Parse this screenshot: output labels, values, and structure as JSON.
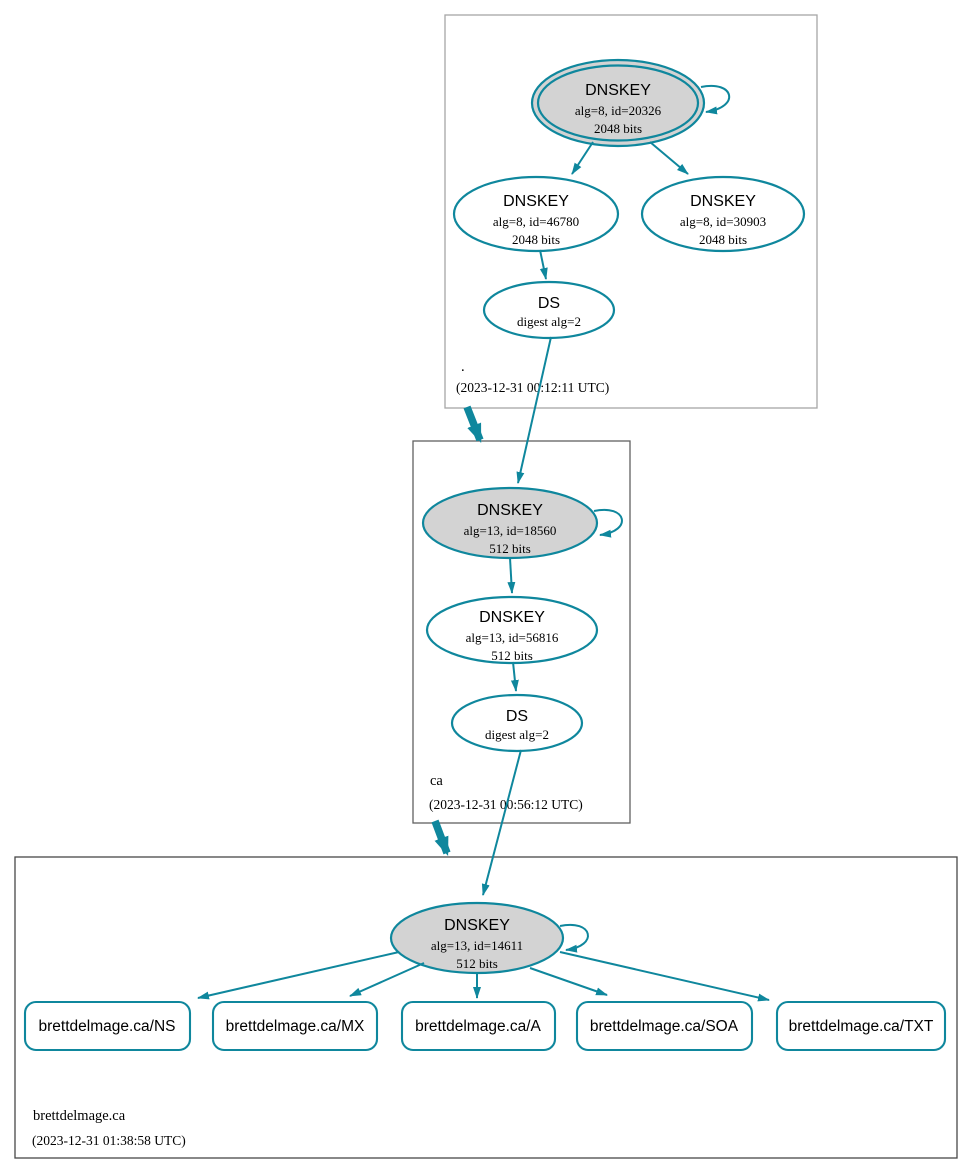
{
  "colors": {
    "edge": "#0f879d",
    "kskfill": "#d3d3d3",
    "boxroot": "#a6a6a6",
    "boxca": "#606060",
    "boxleaf": "#474747"
  },
  "zones": {
    "root": {
      "name": ".",
      "timestamp": "(2023-12-31 00:12:11 UTC)",
      "ksk": {
        "title": "DNSKEY",
        "detail1": "alg=8, id=20326",
        "detail2": "2048 bits"
      },
      "zsk1": {
        "title": "DNSKEY",
        "detail1": "alg=8, id=46780",
        "detail2": "2048 bits"
      },
      "zsk2": {
        "title": "DNSKEY",
        "detail1": "alg=8, id=30903",
        "detail2": "2048 bits"
      },
      "ds": {
        "title": "DS",
        "detail1": "digest alg=2"
      }
    },
    "ca": {
      "name": "ca",
      "timestamp": "(2023-12-31 00:56:12 UTC)",
      "ksk": {
        "title": "DNSKEY",
        "detail1": "alg=13, id=18560",
        "detail2": "512 bits"
      },
      "zsk": {
        "title": "DNSKEY",
        "detail1": "alg=13, id=56816",
        "detail2": "512 bits"
      },
      "ds": {
        "title": "DS",
        "detail1": "digest alg=2"
      }
    },
    "leaf": {
      "name": "brettdelmage.ca",
      "timestamp": "(2023-12-31 01:38:58 UTC)",
      "ksk": {
        "title": "DNSKEY",
        "detail1": "alg=13, id=14611",
        "detail2": "512 bits"
      },
      "rrsets": {
        "ns": "brettdelmage.ca/NS",
        "mx": "brettdelmage.ca/MX",
        "a": "brettdelmage.ca/A",
        "soa": "brettdelmage.ca/SOA",
        "txt": "brettdelmage.ca/TXT"
      }
    }
  }
}
